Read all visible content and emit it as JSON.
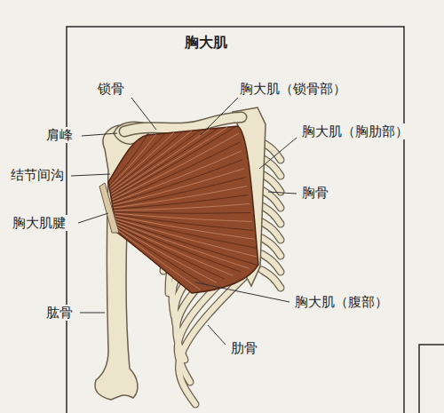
{
  "diagram": {
    "title": "胸大肌",
    "labels": [
      "锁骨",
      "胸大肌（锁骨部）",
      "肩峰",
      "胸大肌（胸肋部）",
      "结节间沟",
      "胸骨",
      "胸大肌腱",
      "肱骨",
      "胸大肌（腹部）",
      "肋骨"
    ]
  }
}
